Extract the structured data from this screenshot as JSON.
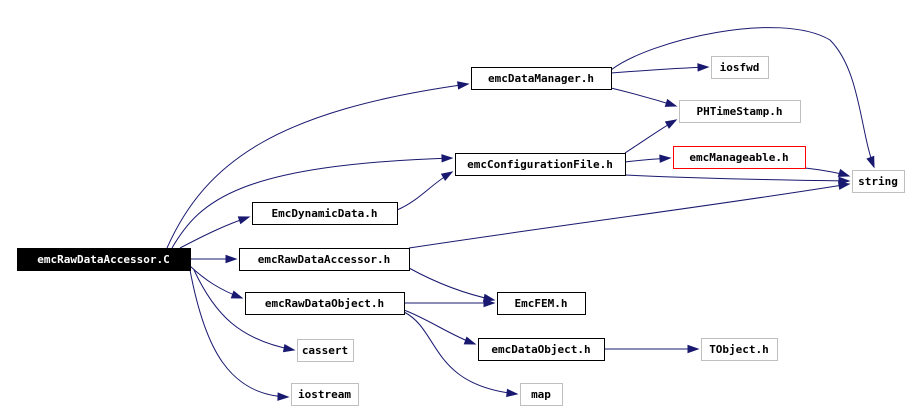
{
  "colors": {
    "edge": "#191970",
    "root_fill": "#000000",
    "root_text": "#ffffff",
    "doc_border": "#000000",
    "undoc_border": "#bfbfbf",
    "highlight_border": "#ff0000",
    "text": "#000000"
  },
  "nodes": [
    {
      "id": "root",
      "label": "emcRawDataAccessor.C",
      "style": "root"
    },
    {
      "id": "manager",
      "label": "emcDataManager.h",
      "style": "doc"
    },
    {
      "id": "iosfwd",
      "label": "iosfwd",
      "style": "undoc"
    },
    {
      "id": "timestamp",
      "label": "PHTimeStamp.h",
      "style": "undoc"
    },
    {
      "id": "config",
      "label": "emcConfigurationFile.h",
      "style": "doc"
    },
    {
      "id": "manageable",
      "label": "emcManageable.h",
      "style": "highlight"
    },
    {
      "id": "string",
      "label": "string",
      "style": "undoc"
    },
    {
      "id": "dynamic",
      "label": "EmcDynamicData.h",
      "style": "doc"
    },
    {
      "id": "accessorh",
      "label": "emcRawDataAccessor.h",
      "style": "doc"
    },
    {
      "id": "rawobj",
      "label": "emcRawDataObject.h",
      "style": "doc"
    },
    {
      "id": "fem",
      "label": "EmcFEM.h",
      "style": "doc"
    },
    {
      "id": "dataobj",
      "label": "emcDataObject.h",
      "style": "doc"
    },
    {
      "id": "tobject",
      "label": "TObject.h",
      "style": "undoc"
    },
    {
      "id": "cassert",
      "label": "cassert",
      "style": "undoc"
    },
    {
      "id": "iostream",
      "label": "iostream",
      "style": "undoc"
    },
    {
      "id": "map",
      "label": "map",
      "style": "undoc"
    }
  ],
  "edges": [
    {
      "from": "root",
      "to": "manager"
    },
    {
      "from": "root",
      "to": "config"
    },
    {
      "from": "root",
      "to": "dynamic"
    },
    {
      "from": "root",
      "to": "accessorh"
    },
    {
      "from": "root",
      "to": "rawobj"
    },
    {
      "from": "root",
      "to": "cassert"
    },
    {
      "from": "root",
      "to": "iostream"
    },
    {
      "from": "manager",
      "to": "iosfwd"
    },
    {
      "from": "manager",
      "to": "timestamp"
    },
    {
      "from": "manager",
      "to": "string"
    },
    {
      "from": "config",
      "to": "timestamp"
    },
    {
      "from": "config",
      "to": "manageable"
    },
    {
      "from": "config",
      "to": "string"
    },
    {
      "from": "manageable",
      "to": "string"
    },
    {
      "from": "dynamic",
      "to": "config"
    },
    {
      "from": "accessorh",
      "to": "string"
    },
    {
      "from": "accessorh",
      "to": "fem"
    },
    {
      "from": "rawobj",
      "to": "fem"
    },
    {
      "from": "rawobj",
      "to": "dataobj"
    },
    {
      "from": "rawobj",
      "to": "map"
    },
    {
      "from": "dataobj",
      "to": "tobject"
    }
  ]
}
